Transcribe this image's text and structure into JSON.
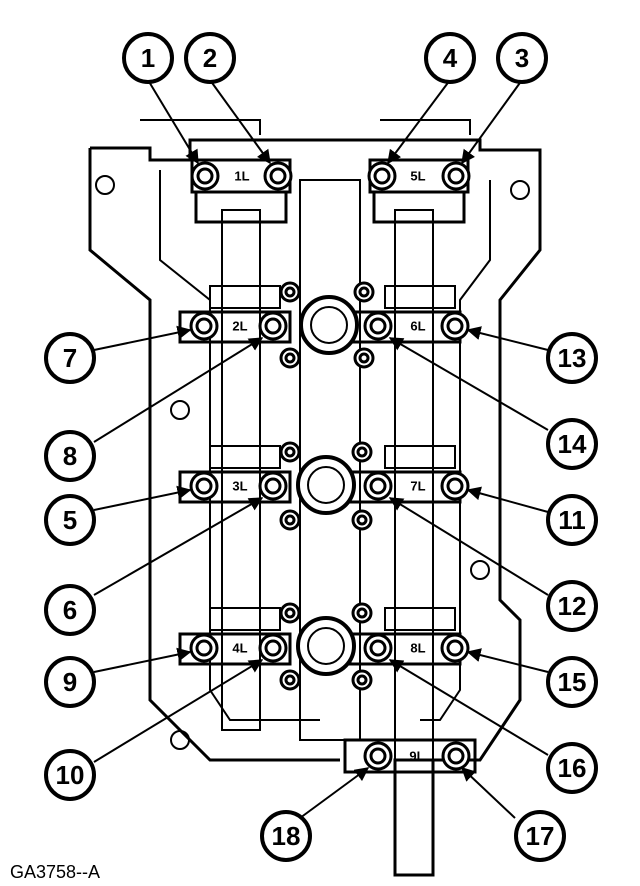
{
  "figure": {
    "id_label": "GA3758--A"
  },
  "callouts": [
    "1",
    "2",
    "3",
    "4",
    "5",
    "6",
    "7",
    "8",
    "9",
    "10",
    "11",
    "12",
    "13",
    "14",
    "15",
    "16",
    "17",
    "18"
  ],
  "caps": [
    "1L",
    "5L",
    "2L",
    "6L",
    "3L",
    "7L",
    "4L",
    "8L",
    "9L"
  ],
  "colors": {
    "line": "#000000",
    "background": "#ffffff"
  }
}
